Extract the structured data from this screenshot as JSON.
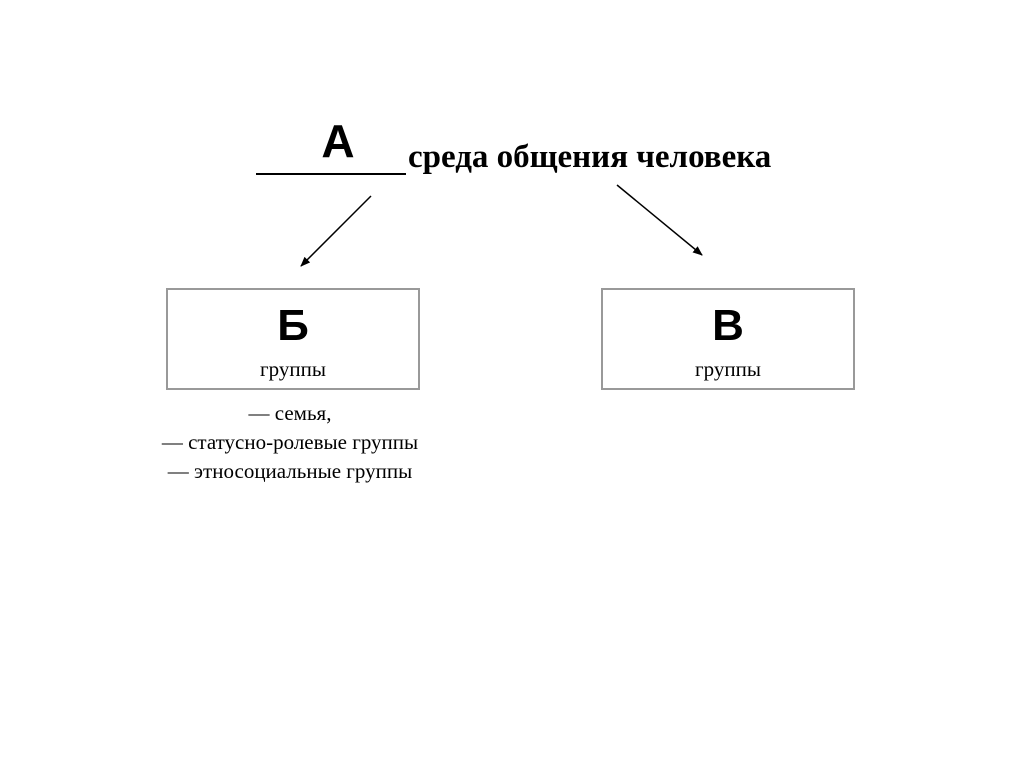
{
  "heading": {
    "letter": "А",
    "text": "среда общения человека"
  },
  "boxes": [
    {
      "letter": "Б",
      "caption": "группы"
    },
    {
      "letter": "В",
      "caption": "группы"
    }
  ],
  "examples": [
    "— семья,",
    "— статусно-ролевые группы",
    "— этносоциальные группы"
  ],
  "colors": {
    "text": "#000000",
    "box_border": "#999999",
    "background": "#ffffff"
  }
}
